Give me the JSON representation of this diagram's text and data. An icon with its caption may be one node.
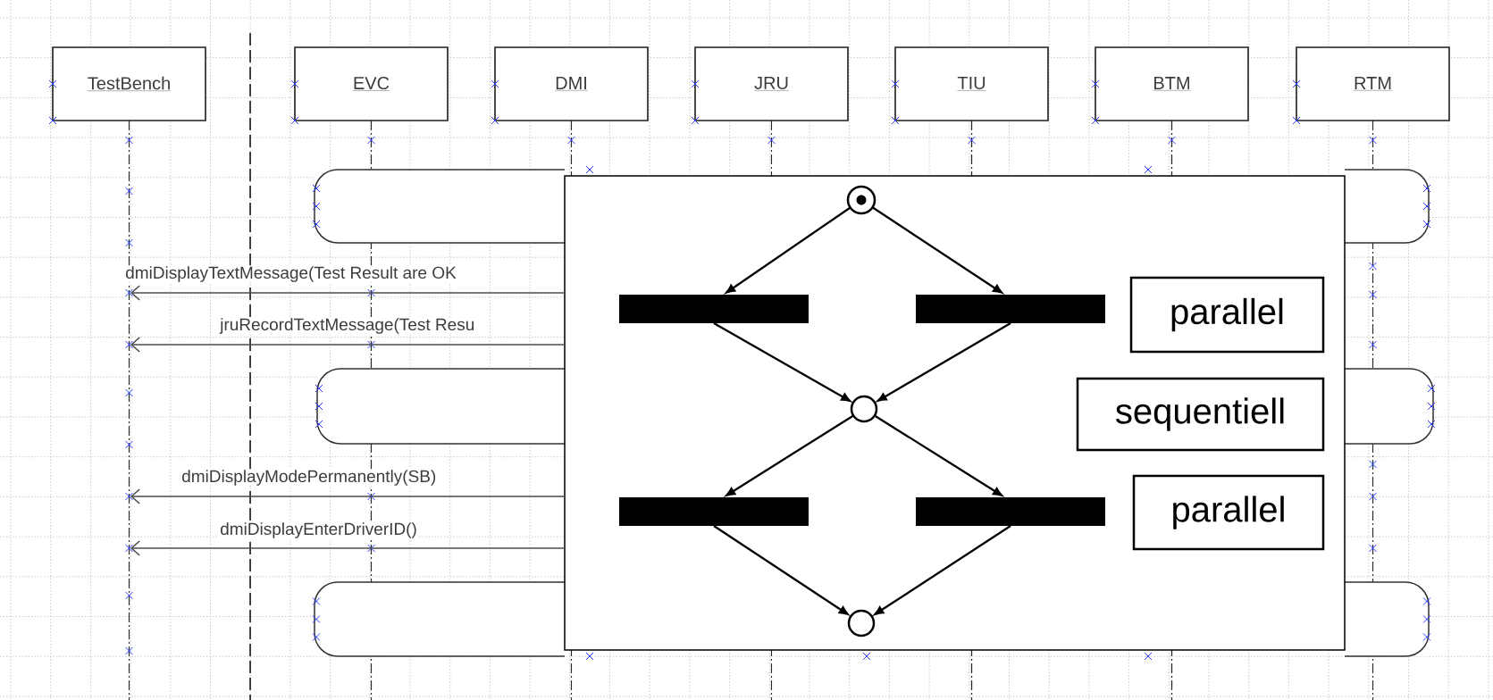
{
  "diagram": {
    "nodes": [
      {
        "text": [
          "TestBench"
        ]
      },
      {
        "text": [
          "EVC"
        ]
      },
      {
        "text": [
          "DMI"
        ]
      },
      {
        "text": [
          "JRU"
        ]
      },
      {
        "text": [
          "TIU"
        ]
      },
      {
        "text": [
          "BTM"
        ]
      },
      {
        "text": [
          "RTM"
        ]
      },
      {
        "text": [],
        "shape": "line"
      },
      {
        "text": [],
        "shape": "box"
      },
      {
        "text": [],
        "shape": "box"
      },
      {
        "text": [],
        "shape": "box"
      },
      {
        "text": [],
        "shape": "box"
      },
      {
        "text": [],
        "shape": "box"
      },
      {
        "text": [],
        "shape": "box"
      },
      {
        "text": [],
        "shape": "box"
      },
      {
        "text": [],
        "shape": "circle",
        "in": 14
      },
      {
        "text": [],
        "shape": "bar",
        "in": 14
      },
      {
        "text": [],
        "shape": "bar",
        "in": 14
      },
      {
        "text": [
          "parallel"
        ],
        "in": 14
      },
      {
        "text": [],
        "shape": "circle",
        "in": 14
      },
      {
        "text": [
          "sequentiell"
        ],
        "in": 14
      },
      {
        "text": [],
        "shape": "bar",
        "in": 14
      },
      {
        "text": [],
        "shape": "bar",
        "in": 14
      },
      {
        "text": [
          "parallel"
        ],
        "in": 14
      },
      {
        "text": [],
        "shape": "circle",
        "in": 14
      }
    ],
    "edges": [
      {
        "from": 14,
        "to": 7,
        "arrow": "to",
        "label": "dmiDisplayTextMessage(Test Result are OK",
        "color": "#4d4d4d"
      },
      {
        "from": 14,
        "to": 7,
        "arrow": "to",
        "label": "jruRecordTextMessage(Test Resu",
        "color": "#4d4d4d"
      },
      {
        "from": 14,
        "to": 7,
        "arrow": "to",
        "label": "dmiDisplayModePermanently(SB)",
        "color": "#4d4d4d"
      },
      {
        "from": 14,
        "to": 7,
        "arrow": "to",
        "label": "dmiDisplayEnterDriverID()",
        "color": "#4d4d4d"
      },
      {
        "from": 15,
        "to": 16,
        "arrow": "to"
      },
      {
        "from": 15,
        "to": 17,
        "arrow": "to"
      },
      {
        "from": 16,
        "to": 19,
        "arrow": "to"
      },
      {
        "from": 17,
        "to": 19,
        "arrow": "to"
      },
      {
        "from": 19,
        "to": 21,
        "arrow": "to"
      },
      {
        "from": 19,
        "to": 22,
        "arrow": "to"
      },
      {
        "from": 21,
        "to": 24,
        "arrow": "to"
      },
      {
        "from": 22,
        "to": 24,
        "arrow": "to"
      }
    ]
  }
}
